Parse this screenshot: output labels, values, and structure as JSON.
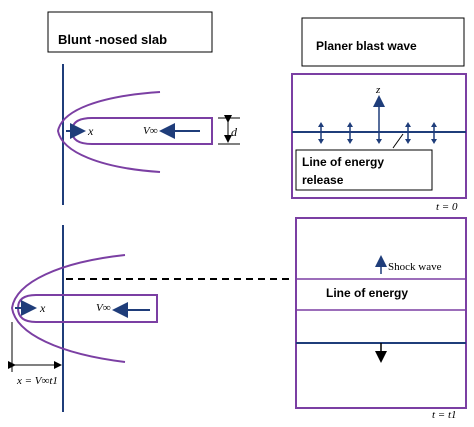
{
  "left_top": {
    "title": "Blunt -nosed slab",
    "x_label": "x",
    "v_label": "V∞",
    "d_label": "d"
  },
  "right_top": {
    "title": "Planer blast wave",
    "z_label": "z",
    "energy_label_line1": "Line of energy",
    "energy_label_line2": "release",
    "time_label": "t = 0"
  },
  "left_bottom": {
    "x_label": "x",
    "v_label": "V∞",
    "dist_label": "x = V∞t1"
  },
  "right_bottom": {
    "shock_label": "Shock wave",
    "energy_label": "Line of energy",
    "time_label": "t = t1"
  },
  "colors": {
    "purple": "#7b3fa3",
    "navy": "#1f3d7a",
    "black": "#000000"
  }
}
